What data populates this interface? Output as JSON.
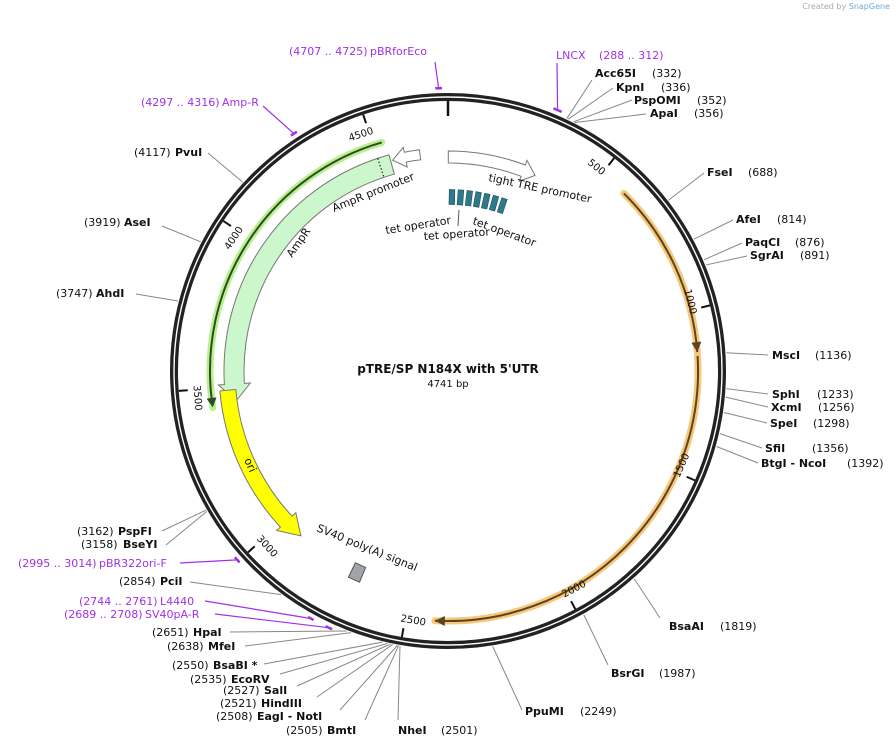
{
  "brand": {
    "prefix": "Created by",
    "name": "SnapGene"
  },
  "plasmid": {
    "name": "pTRE/SP N184X with 5'UTR",
    "length_label": "4741 bp",
    "length_bp": 4741
  },
  "tick_labels": [
    500,
    1000,
    1500,
    2000,
    2500,
    3000,
    3500,
    4000,
    4500
  ],
  "colors": {
    "backbone": "#222222",
    "primer": "#a030e8",
    "ampr_fill": "#ccf7cc",
    "orf_glow": "#b8f08a",
    "orange": "#f7c77a",
    "ori": "#ffff00",
    "tet": "#2e7a8c",
    "polyA": "#a0a4aa"
  },
  "features": {
    "tre": {
      "label": "tight TRE promoter",
      "start": 1,
      "end": 316
    },
    "ampr_promoter": {
      "label": "AmpR promoter",
      "start": 4547,
      "end": 4644
    },
    "ampr": {
      "label": "AmpR",
      "start": 3450,
      "end": 4540
    },
    "ori": {
      "label": "ori",
      "start": 2920,
      "end": 3490
    },
    "polyA": {
      "label": "SV40 poly(A) signal",
      "start": 2670,
      "end": 2710
    },
    "tet_operators": {
      "labels": [
        "tet operator",
        "tet operator",
        "tet operator"
      ],
      "count": 7
    }
  },
  "enzymes_right": [
    {
      "name": "Acc65I",
      "pos": "(332)",
      "bp": 332
    },
    {
      "name": "KpnI",
      "pos": "(336)",
      "bp": 336
    },
    {
      "name": "PspOMI",
      "pos": "(352)",
      "bp": 352
    },
    {
      "name": "ApaI",
      "pos": "(356)",
      "bp": 356
    },
    {
      "name": "FseI",
      "pos": "(688)",
      "bp": 688
    },
    {
      "name": "AfeI",
      "pos": "(814)",
      "bp": 814
    },
    {
      "name": "PaqCI",
      "pos": "(876)",
      "bp": 876
    },
    {
      "name": "SgrAI",
      "pos": "(891)",
      "bp": 891
    },
    {
      "name": "MscI",
      "pos": "(1136)",
      "bp": 1136
    },
    {
      "name": "SphI",
      "pos": "(1233)",
      "bp": 1233
    },
    {
      "name": "XcmI",
      "pos": "(1256)",
      "bp": 1256
    },
    {
      "name": "SpeI",
      "pos": "(1298)",
      "bp": 1298
    },
    {
      "name": "SfiI",
      "pos": "(1356)",
      "bp": 1356
    },
    {
      "name": "BtgI  - NcoI",
      "pos": "(1392)",
      "bp": 1392
    },
    {
      "name": "BsaAI",
      "pos": "(1819)",
      "bp": 1819
    },
    {
      "name": "BsrGI",
      "pos": "(1987)",
      "bp": 1987
    },
    {
      "name": "PpuMI",
      "pos": "(2249)",
      "bp": 2249
    },
    {
      "name": "NheI",
      "pos": "(2501)",
      "bp": 2501
    }
  ],
  "enzymes_left": [
    {
      "name": "PvuI",
      "pos": "(4117)",
      "bp": 4117
    },
    {
      "name": "AseI",
      "pos": "(3919)",
      "bp": 3919
    },
    {
      "name": "AhdI",
      "pos": "(3747)",
      "bp": 3747
    },
    {
      "name": "PspFI",
      "pos": "(3162)",
      "bp": 3162
    },
    {
      "name": "BseYI",
      "pos": "(3158)",
      "bp": 3158
    },
    {
      "name": "PciI",
      "pos": "(2854)",
      "bp": 2854
    },
    {
      "name": "HpaI",
      "pos": "(2651)",
      "bp": 2651
    },
    {
      "name": "MfeI",
      "pos": "(2638)",
      "bp": 2638
    },
    {
      "name": "BsaBI *",
      "pos": "(2550)",
      "bp": 2550
    },
    {
      "name": "EcoRV",
      "pos": "(2535)",
      "bp": 2535
    },
    {
      "name": "SalI",
      "pos": "(2527)",
      "bp": 2527
    },
    {
      "name": "HindIII",
      "pos": "(2521)",
      "bp": 2521
    },
    {
      "name": "EagI  - NotI",
      "pos": "(2508)",
      "bp": 2508
    },
    {
      "name": "BmtI",
      "pos": "(2505)",
      "bp": 2505
    }
  ],
  "primers": [
    {
      "name": "pBRforEco",
      "range": "(4707 .. 4725)",
      "start": 4707,
      "end": 4725
    },
    {
      "name": "Amp-R",
      "range": "(4297 .. 4316)",
      "start": 4297,
      "end": 4316
    },
    {
      "name": "LNCX",
      "range": "(288 .. 312)",
      "start": 288,
      "end": 312
    },
    {
      "name": "pBR322ori-F",
      "range": "(2995 .. 3014)",
      "start": 2995,
      "end": 3014
    },
    {
      "name": "L4440",
      "range": "(2744 .. 2761)",
      "start": 2744,
      "end": 2761
    },
    {
      "name": "SV40pA-R",
      "range": "(2689 .. 2708)",
      "start": 2689,
      "end": 2708
    }
  ]
}
